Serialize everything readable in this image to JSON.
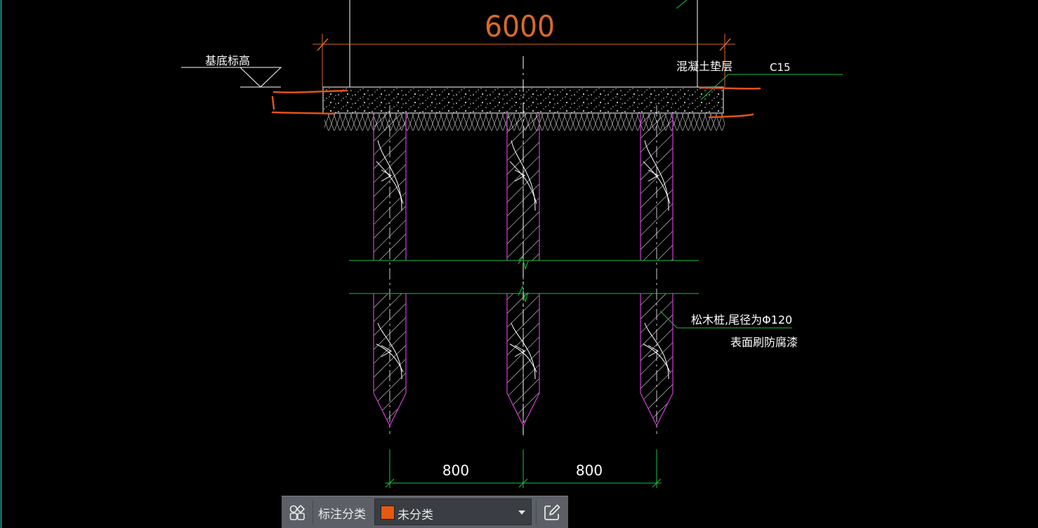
{
  "drawing": {
    "dim_overall": "6000",
    "dim_spacing_left": "800",
    "dim_spacing_right": "800",
    "elevation_label": "基底标高",
    "cushion_label": "混凝土垫层",
    "concrete_grade": "C15",
    "pile_note_line1": "松木桩,尾径为Φ120",
    "pile_note_line2": "表面刷防腐漆"
  },
  "toolbar": {
    "layout_icon": "grid-layout-icon",
    "category_label": "标注分类",
    "category_value": "未分类",
    "category_color": "#e65a10",
    "edit_icon": "edit-icon"
  },
  "colors": {
    "background": "#000000",
    "pile_outline": "#d43bd8",
    "dimension": "#21c13b",
    "dim_text": "#d96a2b",
    "markup": "#e0541a",
    "toolbar_bg": "#5c6066"
  }
}
